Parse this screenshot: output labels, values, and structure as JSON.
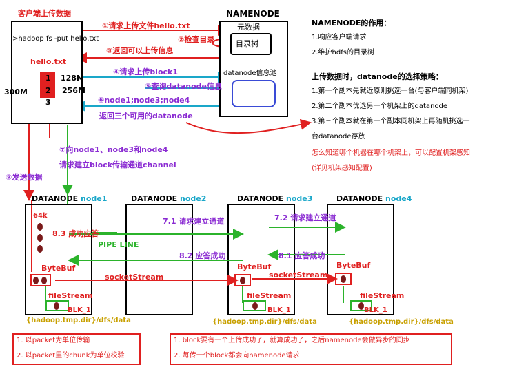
{
  "client": {
    "title": "客户端上传数据",
    "command": ">hadoop fs -put hello.txt",
    "file": "hello.txt",
    "blocks": [
      "1",
      "2",
      "3"
    ],
    "size_128": "128M",
    "size_256": "256M",
    "size_300": "300M"
  },
  "namenode": {
    "title": "NAMENODE",
    "metadata": "元数据",
    "dir_tree": "目录树",
    "dn_pool": "datanode信息池"
  },
  "steps": {
    "s1": "①请求上传文件hello.txt",
    "s2": "②检查目录",
    "s3": "③返回可以上传信息",
    "s4": "④请求上传block1",
    "s5": "⑤查询datanode信息",
    "s6": "⑥node1;node3;node4",
    "s6b": "返回三个可用的datanode",
    "s7a": "⑦向node1、node3和node4",
    "s7b": "请求建立block传输通道channel",
    "s9": "⑨发送数据",
    "s71": "7.1 请求建立通道",
    "s72": "7.2 请求建立通道",
    "s82": "8.2 应答成功",
    "s81": "8.1 应答成功",
    "s83": "8.3 成功应答",
    "pipeline": "PIPE LINE",
    "socket1": "socketStream",
    "socket2": "socketStream"
  },
  "side": {
    "title": "NAMENODE的作用：",
    "item1": "1.响应客户端请求",
    "item2": "2.维护hdfs的目录树",
    "policy_title": "上传数据时，datanode的选择策略：",
    "p1": "1.第一个副本先就近原则挑选一台(与客户端同机架)",
    "p2": "2.第二个副本优选另一个机架上的datanode",
    "p3a": "3.第三个副本就在第一个副本同机架上再随机挑选一",
    "p3b": "台datanode存放",
    "note1": "怎么知道哪个机器在哪个机架上，可以配置机架感知",
    "note2": "(详见机架感知配置)"
  },
  "datanodes": [
    {
      "label": "DATANODE",
      "name": "node1"
    },
    {
      "label": "DATANODE",
      "name": "node2"
    },
    {
      "label": "DATANODE",
      "name": "node3"
    },
    {
      "label": "DATANODE",
      "name": "node4"
    }
  ],
  "dn": {
    "k64": "64k",
    "bytebuf": "ByteBuf",
    "filestream": "fileStream",
    "blk": "BLK_1",
    "path": "{hadoop.tmp.dir}/dfs/data"
  },
  "bottom_left": {
    "l1": "1. 以packet为单位传输",
    "l2": "2. 以packet里的chunk为单位校验"
  },
  "bottom_right": {
    "l1": "1. block要有一个上传成功了，就算成功了，之后namenode会做异步的同步",
    "l2": "2. 每传一个block都会向namenode请求"
  },
  "colors": {
    "red": "#e02020",
    "green": "#2bb32b",
    "cyan": "#1aa7c9",
    "purple": "#8a2bd2",
    "blue": "#3a4bd6"
  }
}
